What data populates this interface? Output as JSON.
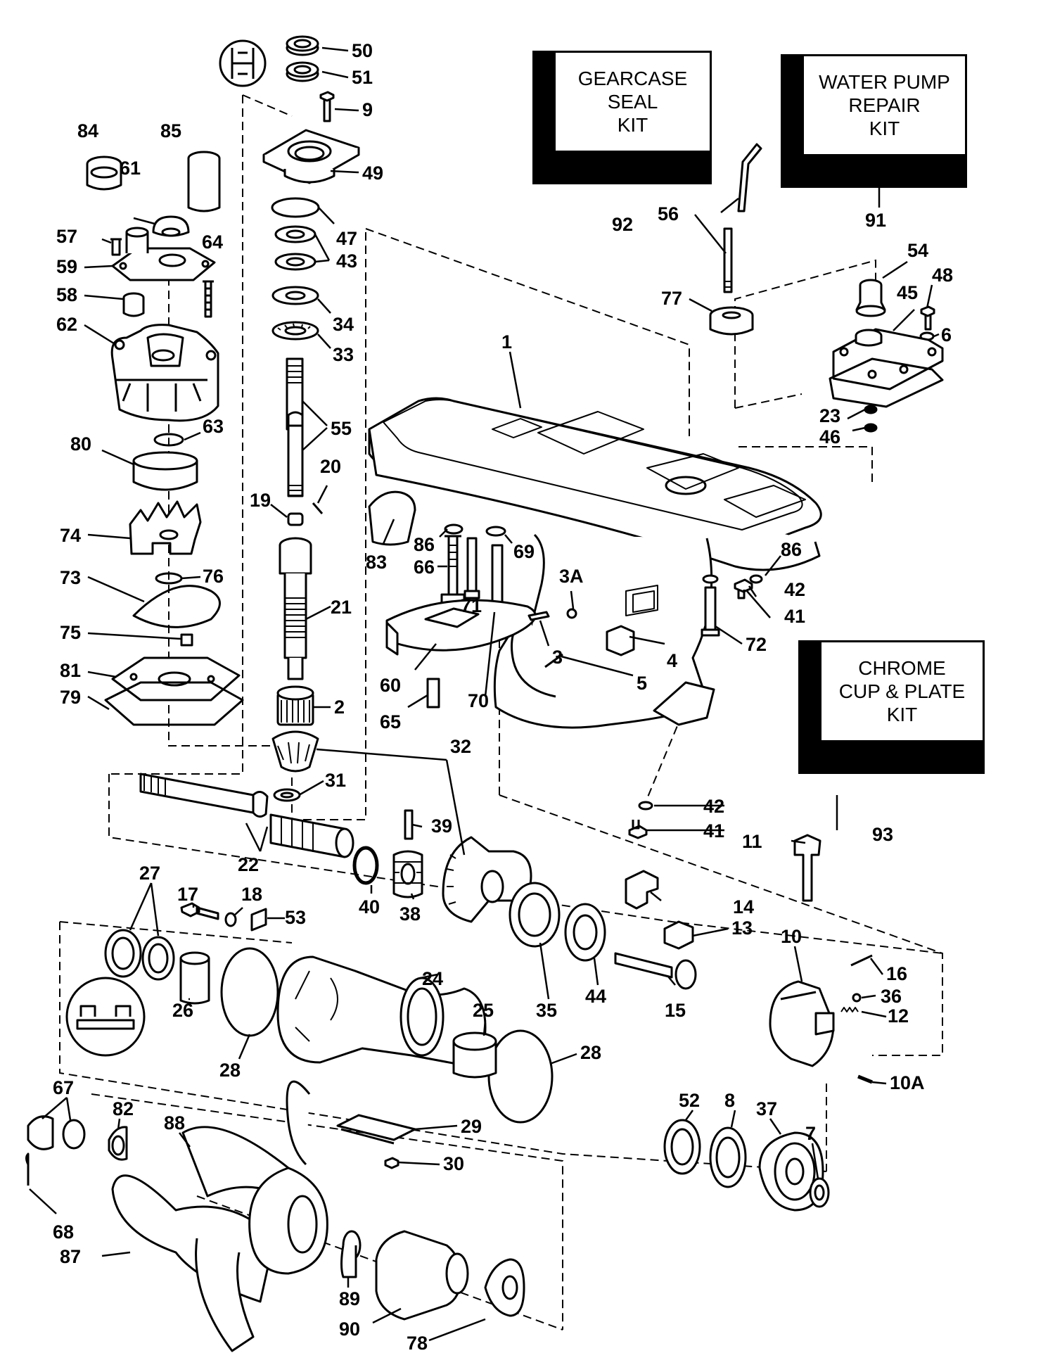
{
  "kits": [
    {
      "id": "92",
      "label": "GEARCASE\nSEAL\nKIT"
    },
    {
      "id": "91",
      "label": "WATER PUMP\nREPAIR\nKIT"
    },
    {
      "id": "93",
      "label": "CHROME\nCUP & PLATE\nKIT"
    }
  ],
  "callouts": [
    "50",
    "51",
    "9",
    "49",
    "47",
    "43",
    "34",
    "33",
    "55",
    "20",
    "19",
    "21",
    "2",
    "32",
    "31",
    "84",
    "85",
    "61",
    "57",
    "64",
    "59",
    "58",
    "62",
    "63",
    "80",
    "74",
    "76",
    "73",
    "75",
    "81",
    "79",
    "92",
    "56",
    "91",
    "77",
    "54",
    "48",
    "45",
    "6",
    "1",
    "23",
    "46",
    "86",
    "66",
    "69",
    "83",
    "71",
    "86",
    "42",
    "41",
    "3A",
    "72",
    "3",
    "4",
    "5",
    "60",
    "65",
    "70",
    "93",
    "42",
    "41",
    "39",
    "22",
    "40",
    "38",
    "11",
    "27",
    "17",
    "18",
    "53",
    "14",
    "13",
    "10",
    "16",
    "36",
    "12",
    "35",
    "44",
    "15",
    "26",
    "24",
    "25",
    "28",
    "28",
    "10A",
    "52",
    "8",
    "37",
    "7",
    "67",
    "82",
    "88",
    "29",
    "30",
    "68",
    "87",
    "89",
    "90",
    "78"
  ]
}
